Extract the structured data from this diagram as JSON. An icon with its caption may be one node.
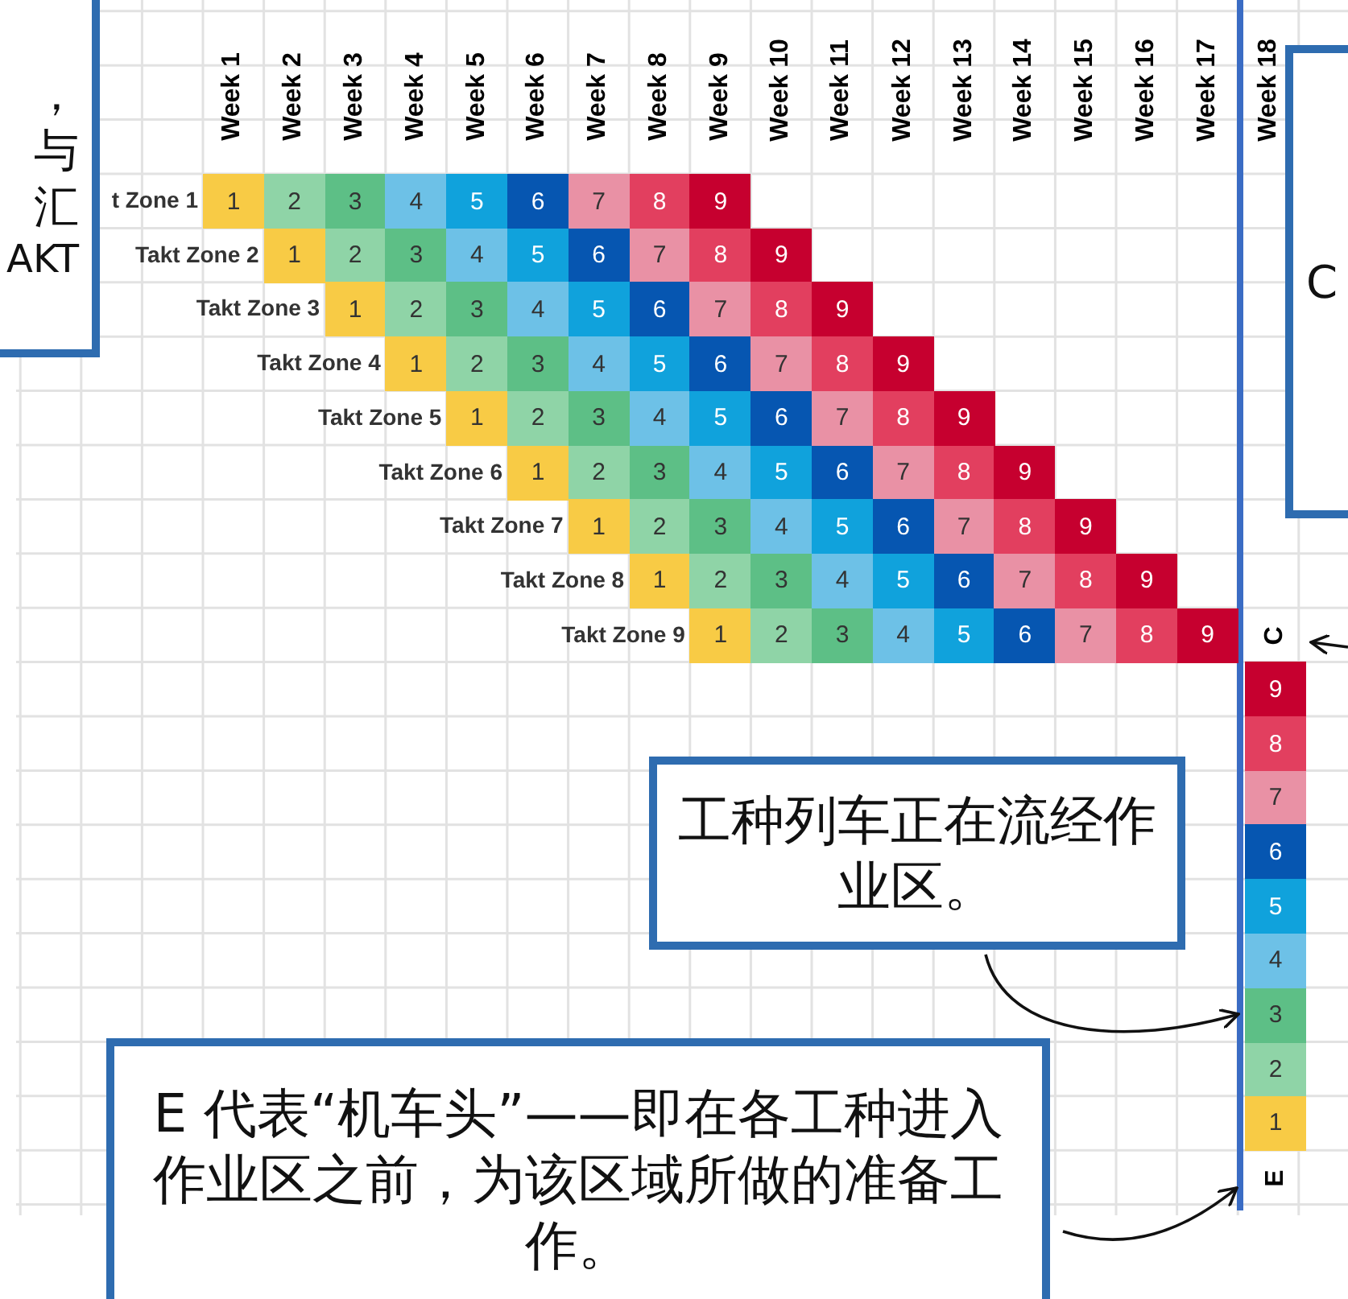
{
  "diagram": {
    "nodes": [
      {
        "text": [
          "，",
          "与",
          "汇",
          "AKT"
        ]
      },
      {
        "text": [
          "C"
        ]
      },
      {
        "text": [
          "C"
        ]
      },
      {
        "text": [
          "工种列车正在流经作业区。"
        ]
      },
      {
        "text": [
          "E"
        ]
      },
      {
        "text": [
          "E 代表“机车头”——即在各工种进入作业区之前，为该区域所做的准备工作。"
        ]
      },
      {
        "text": [
          "3"
        ]
      }
    ],
    "edges": [
      {
        "from": null,
        "to": 2,
        "arrow": "to"
      },
      {
        "from": 3,
        "to": 6,
        "arrow": "to"
      },
      {
        "from": 5,
        "to": 4,
        "arrow": "to"
      }
    ],
    "labels": [
      "Week 1",
      "Week 2",
      "Week 3",
      "Week 4",
      "Week 5",
      "Week 6",
      "Week 7",
      "Week 8",
      "Week 9",
      "Week 10",
      "Week 11",
      "Week 12",
      "Week 13",
      "Week 14",
      "Week 15",
      "Week 16",
      "Week 17",
      "Week 18",
      "t Zone 1",
      "1",
      "2",
      "3",
      "4",
      "5",
      "6",
      "7",
      "8",
      "9",
      "Takt Zone 2",
      "1",
      "2",
      "3",
      "4",
      "5",
      "6",
      "7",
      "8",
      "9",
      "Takt Zone 3",
      "1",
      "2",
      "3",
      "4",
      "5",
      "6",
      "7",
      "8",
      "9",
      "Takt Zone 4",
      "1",
      "2",
      "3",
      "4",
      "5",
      "6",
      "7",
      "8",
      "9",
      "Takt Zone 5",
      "1",
      "2",
      "3",
      "4",
      "5",
      "6",
      "7",
      "8",
      "9",
      "Takt Zone 6",
      "1",
      "2",
      "3",
      "4",
      "5",
      "6",
      "7",
      "8",
      "9",
      "Takt Zone 7",
      "1",
      "2",
      "3",
      "4",
      "5",
      "6",
      "7",
      "8",
      "9",
      "Takt Zone 8",
      "1",
      "2",
      "3",
      "4",
      "5",
      "6",
      "7",
      "8",
      "9",
      "Takt Zone 9",
      "1",
      "2",
      "3",
      "4",
      "5",
      "6",
      "7",
      "8",
      "9",
      "9",
      "8",
      "7",
      "6",
      "5",
      "4",
      "2",
      "1"
    ]
  }
}
